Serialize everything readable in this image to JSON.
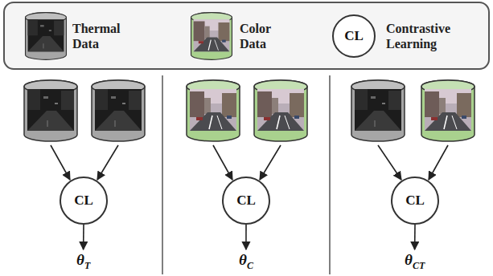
{
  "diagram": {
    "nodes": [
      {
        "text": [
          "CL"
        ]
      },
      {
        "text": [
          "CL"
        ]
      },
      {
        "text": [
          "θT"
        ]
      },
      {
        "text": [
          "CL"
        ]
      },
      {
        "text": [
          "θC"
        ]
      },
      {
        "text": [
          "CL"
        ]
      },
      {
        "text": [
          "θCT"
        ]
      }
    ],
    "edges": [
      {
        "from": 1,
        "to": 2,
        "arrow": "to"
      },
      {
        "from": 3,
        "to": 4,
        "arrow": "to"
      },
      {
        "from": 5,
        "to": 6,
        "arrow": "to"
      }
    ],
    "legend": [
      {
        "text": "Thermal Data"
      },
      {
        "text": "Color Data"
      },
      {
        "text": "Contrastive Learning"
      }
    ]
  }
}
